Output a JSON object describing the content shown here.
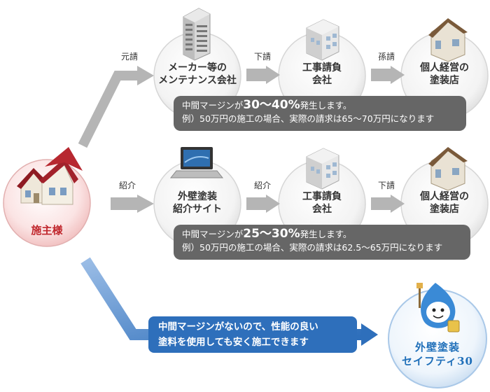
{
  "client": {
    "label": "施主様"
  },
  "row1": {
    "edge_labels": [
      "元請",
      "下請",
      "孫請"
    ],
    "nodes": [
      "メーカー等の\nメンテナンス会社",
      "工事請負\n会社",
      "個人経営の\n塗装店"
    ],
    "note": {
      "prefix": "中間マージンが",
      "highlight": "30〜40%",
      "suffix": "発生します。",
      "line2": "例）50万円の施工の場合、実際の請求は65〜70万円になります"
    }
  },
  "row2": {
    "edge_labels": [
      "紹介",
      "紹介",
      "下請"
    ],
    "nodes": [
      "外壁塗装\n紹介サイト",
      "工事請負\n会社",
      "個人経営の\n塗装店"
    ],
    "note": {
      "prefix": "中間マージンが",
      "highlight": "25〜30%",
      "suffix": "発生します。",
      "line2": "例）50万円の施工の場合、実際の請求は62.5〜65万円になります"
    }
  },
  "row3": {
    "note_line1": "中間マージンがないので、性能の良い",
    "note_line2": "塗料を使用しても安く施工できます",
    "brand_line1": "外壁塗装",
    "brand_line2": "セイフティ30"
  },
  "colors": {
    "client_red": "#c0262c",
    "blue": "#2e6fbb",
    "note_gray": "#666666",
    "arrow_gray": "#b5b5b5"
  }
}
